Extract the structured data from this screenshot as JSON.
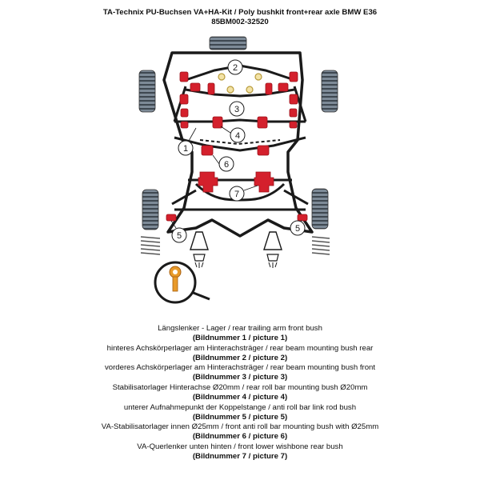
{
  "header": {
    "title": "TA-Technix PU-Buchsen VA+HA-Kit / Poly bushkit front+rear axle BMW E36",
    "part_number": "85BM002-32520"
  },
  "callouts": [
    "1",
    "2",
    "3",
    "4",
    "5",
    "6",
    "7",
    "5"
  ],
  "legend": [
    {
      "label": "Längslenker - Lager / rear trailing arm front bush",
      "picture": "(Bildnummer 1 / picture 1)"
    },
    {
      "label": "hinteres Achskörperlager am Hinterachsträger / rear beam mounting bush rear",
      "picture": "(Bildnummer 2 / picture 2)"
    },
    {
      "label": "vorderes Achskörperlager am Hinterachsträger / rear beam mounting bush front",
      "picture": "(Bildnummer 3 / picture 3)"
    },
    {
      "label": "Stabilisatorlager Hinterachse Ø20mm / rear roll bar mounting bush Ø20mm",
      "picture": "(Bildnummer 4 / picture 4)"
    },
    {
      "label": "unterer Aufnahmepunkt der Koppelstange / anti roll bar link rod bush",
      "picture": "(Bildnummer 5 / picture 5)"
    },
    {
      "label": "VA-Stabilisatorlager innen Ø25mm / front anti roll bar mounting bush with Ø25mm",
      "picture": "(Bildnummer 6 / picture 6)"
    },
    {
      "label": "VA-Querlenker unten hinten / front lower wishbone rear bush",
      "picture": "(Bildnummer 7 / picture 7)"
    }
  ],
  "colors": {
    "bush": "#d4202c",
    "bush_dark": "#9a1018",
    "line": "#1a1a1a",
    "tyre": "#6e7b88",
    "key_bush": "#e89a2a"
  }
}
